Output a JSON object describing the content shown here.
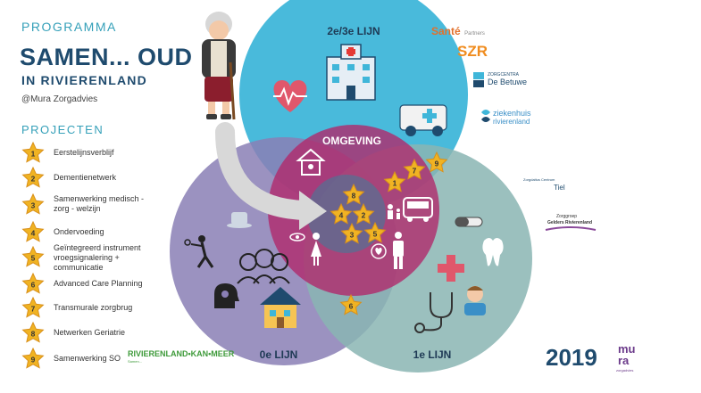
{
  "header": {
    "program_label": "PROGRAMMA",
    "title": "SAMEN... OUD",
    "subtitle": "IN RIVIERENLAND",
    "author": "@Mura Zorgadvies"
  },
  "projects": {
    "heading": "PROJECTEN",
    "items": [
      {
        "num": "1",
        "label": "Eerstelijnsverblijf"
      },
      {
        "num": "2",
        "label": "Dementienetwerk"
      },
      {
        "num": "3",
        "label": "Samenwerking medisch -\nzorg - welzijn"
      },
      {
        "num": "4",
        "label": "Ondervoeding"
      },
      {
        "num": "5",
        "label": "Geïntegreerd instrument\nvroegsignalering +\ncommunicatie"
      },
      {
        "num": "6",
        "label": "Advanced Care Planning"
      },
      {
        "num": "7",
        "label": "Transmurale zorgbrug"
      },
      {
        "num": "8",
        "label": "Netwerken Geriatrie"
      },
      {
        "num": "9",
        "label": "Samenwerking SO"
      }
    ]
  },
  "circles": {
    "top": "2e/3e LIJN",
    "center": "OMGEVING",
    "left": "0e LIJN",
    "right": "1e LIJN"
  },
  "partners": {
    "sante": "Santé",
    "sante_sub": "Partners",
    "szr": "SZR",
    "betuwe_top": "ZORGCENTRA",
    "betuwe": "De Betuwe",
    "ziekenhuis": "ziekenhuis",
    "ziekenhuis_sub": "rivierenland",
    "tiel_top": "Zorgdaltus Centrum",
    "tiel": "Tiel",
    "geldersRiv_top": "Zorggroep",
    "geldersRiv": "Gelders Rivierenland",
    "rivierenland_logo": "RIVIERENLAND•KAN•MEER",
    "rivierenland_sub": "Samen..."
  },
  "footer": {
    "year": "2019",
    "mura_logo": "mu ra",
    "mura_sub": "zorgadvies"
  },
  "colors": {
    "teal_dark": "#1f4b6e",
    "teal_light": "#35a0b9",
    "star": "#f0b323",
    "star_stroke": "#d9901a",
    "circle_top": "#3fb6d9",
    "circle_left": "#8a7fb5",
    "circle_right": "#8ab5b3",
    "circle_center": "#b0296b"
  },
  "diagram_stars": [
    "8",
    "4",
    "2",
    "3",
    "5",
    "1",
    "7",
    "9",
    "6"
  ]
}
